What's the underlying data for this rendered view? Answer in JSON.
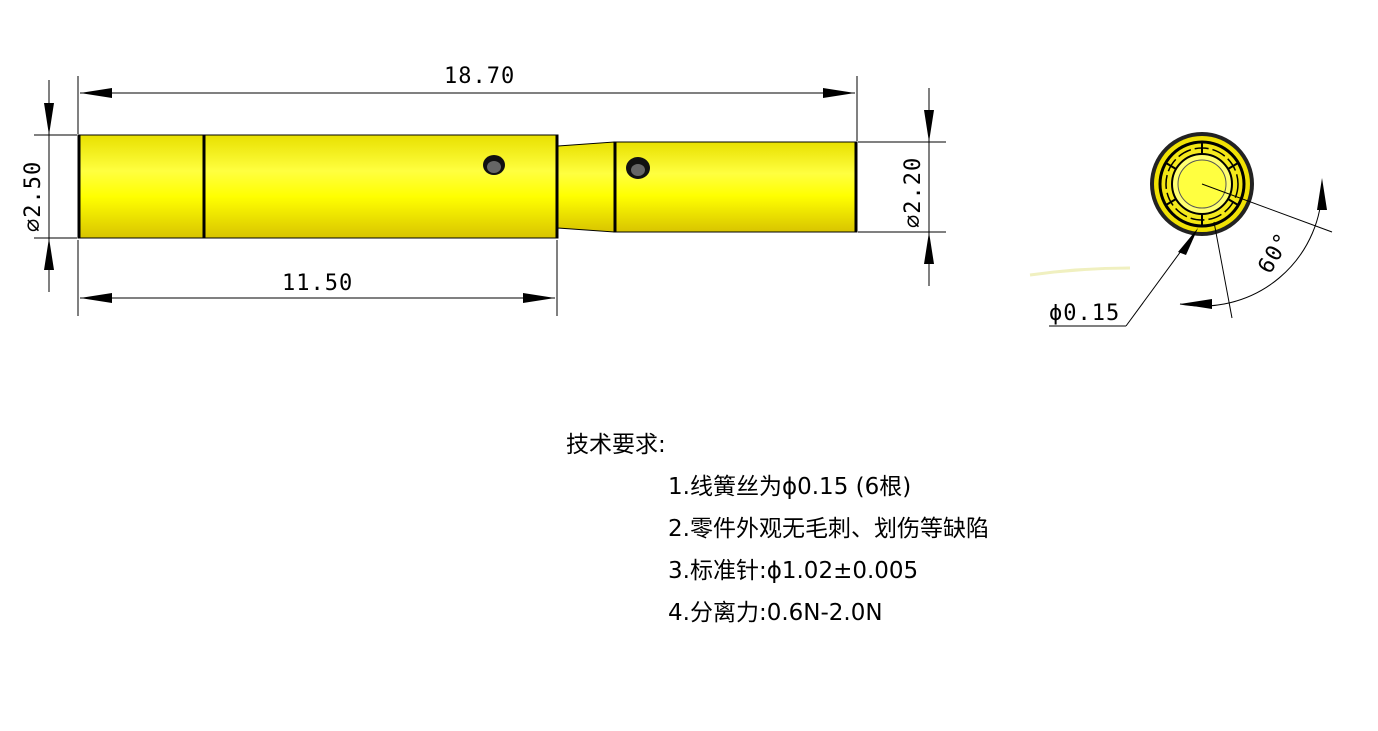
{
  "dimensions": {
    "overall_length": "18.70",
    "shoulder_length": "11.50",
    "large_diameter": "∅2.50",
    "small_diameter": "∅2.20",
    "wire_diameter": "ϕ0.15",
    "angle": "60°"
  },
  "notes": {
    "title": "技术要求:",
    "items": [
      "1.线簧丝为ϕ0.15 (6根)",
      "2.零件外观无毛刺、划伤等缺陷",
      "3.标准针:ϕ1.02±0.005",
      "4.分离力:0.6N-2.0N"
    ]
  },
  "colors": {
    "part_fill": "#ffff00",
    "part_shade": "#e6d400",
    "line": "#000000"
  }
}
